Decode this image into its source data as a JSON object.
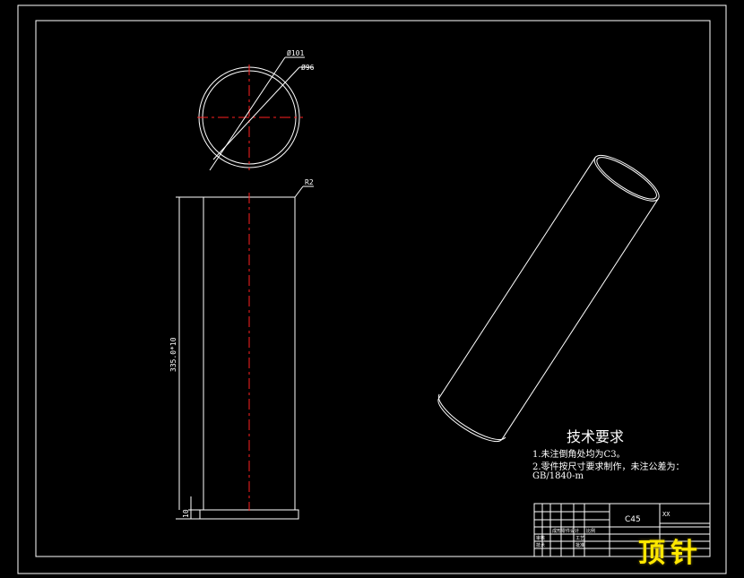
{
  "drawing": {
    "dim_outer_diameter": "Ø101",
    "dim_inner_diameter": "Ø96",
    "dim_radius": "R2",
    "dim_length": "335.0*10",
    "dim_base": "10",
    "material": "C45",
    "title_block_note": "XX",
    "title_block_cells": [
      "成形零件设计",
      "比例",
      "审核",
      "技术",
      "工艺",
      "批准"
    ]
  },
  "tech_requirements": {
    "title": "技术要求",
    "line1": "1.未注倒角处均为C3。",
    "line2": "2.零件按尺寸要求制作，未注公差为：",
    "line3": "GB/1840-m"
  },
  "watermark": "顶针",
  "colors": {
    "background": "#000000",
    "line": "#ffffff",
    "centerline": "#ff0000",
    "watermark": "#ffe800"
  }
}
